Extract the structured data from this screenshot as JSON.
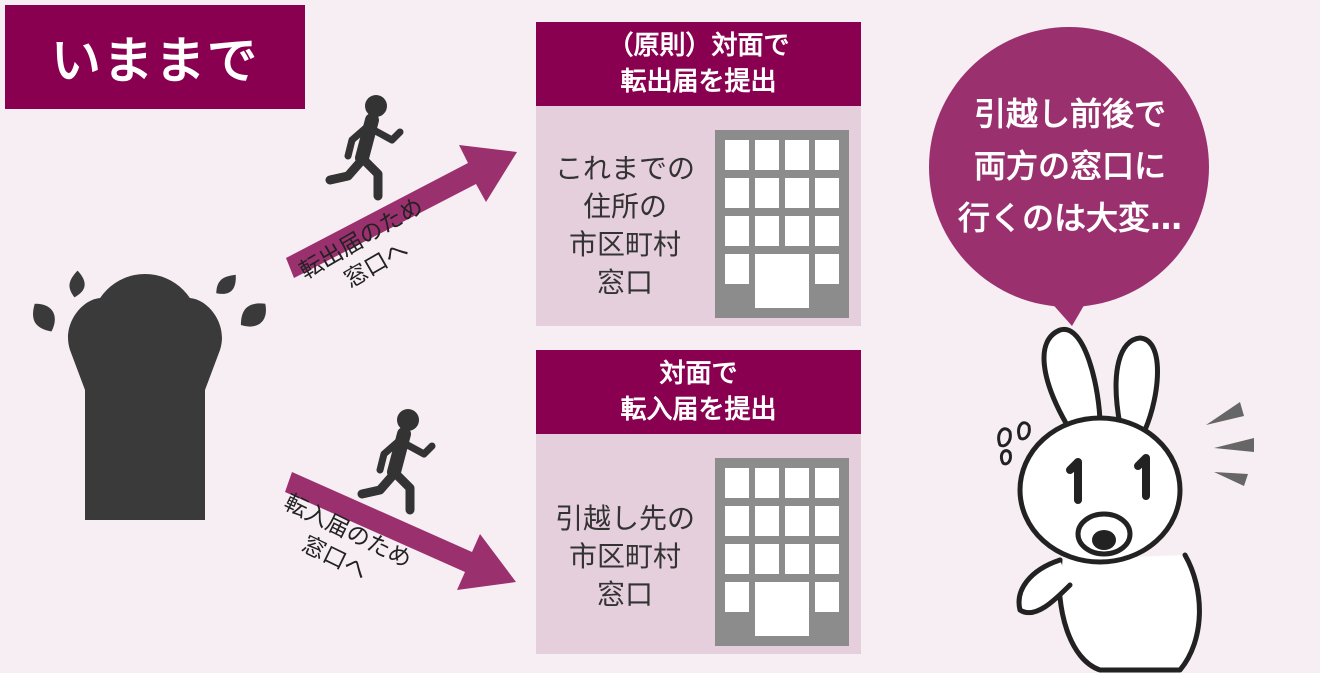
{
  "header": {
    "title": "いままで"
  },
  "arrows": [
    {
      "line1": "転出届のため",
      "line2": "窓口へ"
    },
    {
      "line1": "転入届のため",
      "line2": "窓口へ"
    }
  ],
  "panels": [
    {
      "heading": [
        "（原則）対面で",
        "転出届を提出"
      ],
      "office": [
        "これまでの",
        "住所の",
        "市区町村",
        "窓口"
      ]
    },
    {
      "heading": [
        "対面で",
        "転入届を提出"
      ],
      "office": [
        "引越し先の",
        "市区町村",
        "窓口"
      ]
    }
  ],
  "bubble": {
    "lines": [
      "引越し前後で",
      "両方の窓口に",
      "行くのは大変…"
    ]
  },
  "colors": {
    "accent": "#8a0050",
    "arrow": "#9b306f",
    "panel": "#e6cfdc",
    "background": "#f7eef3"
  }
}
